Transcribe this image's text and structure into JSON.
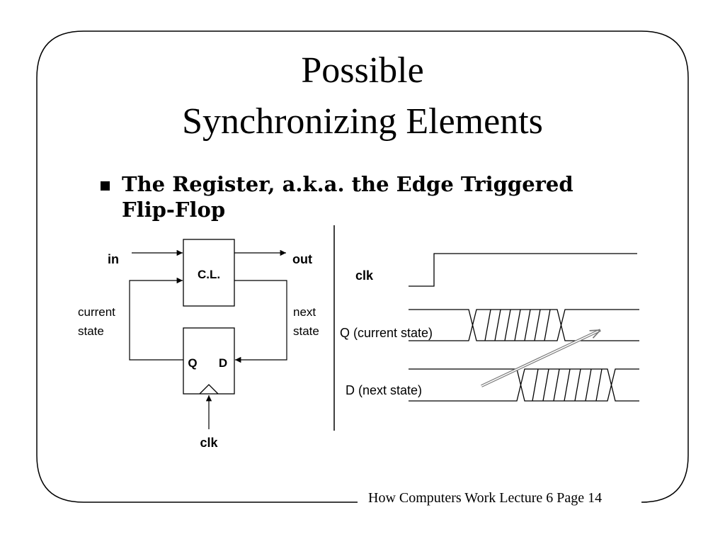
{
  "title": {
    "line1": "Possible",
    "line2": "Synchronizing Elements"
  },
  "bullet": {
    "text": "The Register, a.k.a. the Edge Triggered Flip-Flop"
  },
  "circuit": {
    "in_label": "in",
    "out_label": "out",
    "cl_label": "C.L.",
    "current_state_line1": "current",
    "current_state_line2": "state",
    "next_state_line1": "next",
    "next_state_line2": "state",
    "q_label": "Q",
    "d_label": "D",
    "clk_label": "clk"
  },
  "timing": {
    "clk_label": "clk",
    "q_label": "Q (current state)",
    "d_label": "D (next state)"
  },
  "footer": {
    "text": "How Computers Work Lecture 6 Page 14"
  }
}
